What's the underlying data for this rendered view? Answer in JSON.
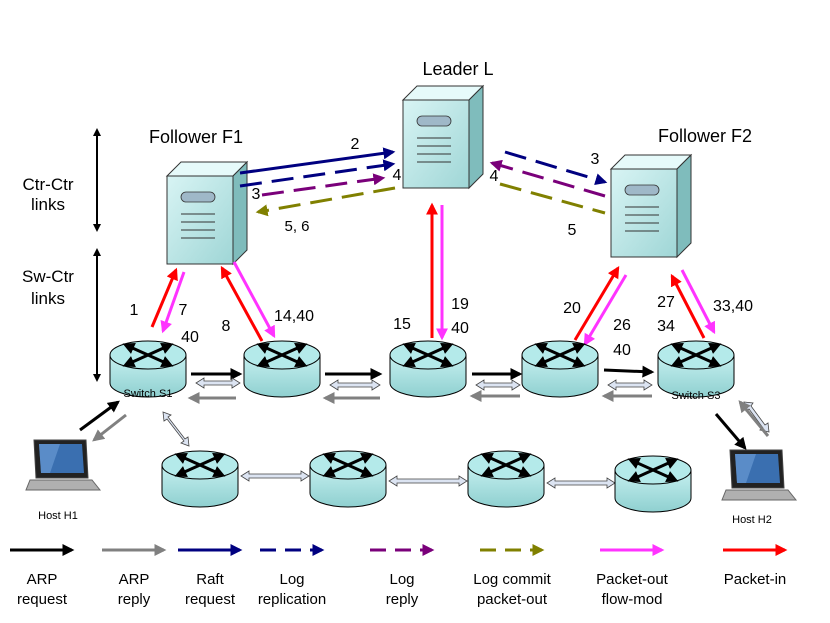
{
  "nodes": {
    "leader": "Leader L",
    "follower1": "Follower F1",
    "follower2": "Follower F2",
    "switch1": "Switch S1",
    "switch3": "Switch S3",
    "host1": "Host H1",
    "host2": "Host H2"
  },
  "side_labels": {
    "ctr_line1": "Ctr-Ctr",
    "ctr_line2": "links",
    "sw_line1": "Sw-Ctr",
    "sw_line2": "links"
  },
  "step_labels": {
    "s2": "2",
    "s3a": "3",
    "s4a": "4",
    "s56": "5, 6",
    "s3b": "3",
    "s4b": "4",
    "s5": "5",
    "s1": "1",
    "s7": "7",
    "s40a": "40",
    "s8": "8",
    "s1440": "14,40",
    "s15": "15",
    "s19": "19",
    "s40b": "40",
    "s20": "20",
    "s26": "26",
    "s40c": "40",
    "s27": "27",
    "s34": "34",
    "s3340": "33,40"
  },
  "legend": [
    {
      "line1": "ARP",
      "line2": "request",
      "color": "#000000",
      "style": "solid"
    },
    {
      "line1": "ARP",
      "line2": "reply",
      "color": "#808080",
      "style": "solid"
    },
    {
      "line1": "Raft",
      "line2": "request",
      "color": "#000080",
      "style": "solid"
    },
    {
      "line1": "Log",
      "line2": "replication",
      "color": "#000080",
      "style": "dashed"
    },
    {
      "line1": "Log",
      "line2": "reply",
      "color": "#7a007a",
      "style": "dashed"
    },
    {
      "line1": "Log commit",
      "line2": "packet-out",
      "color": "#808000",
      "style": "dashed"
    },
    {
      "line1": "Packet-out",
      "line2": "flow-mod",
      "color": "#ff33ff",
      "style": "solid"
    },
    {
      "line1": "Packet-in",
      "line2": "",
      "color": "#ff0000",
      "style": "solid"
    }
  ],
  "colors": {
    "arp_request": "#000000",
    "arp_reply": "#808080",
    "raft": "#000080",
    "log_reply": "#7a007a",
    "commit": "#808000",
    "packet_out": "#ff33ff",
    "packet_in": "#ff0000",
    "switch_fill": "#a8e4e4",
    "server_fill": "#b8e6e6"
  }
}
